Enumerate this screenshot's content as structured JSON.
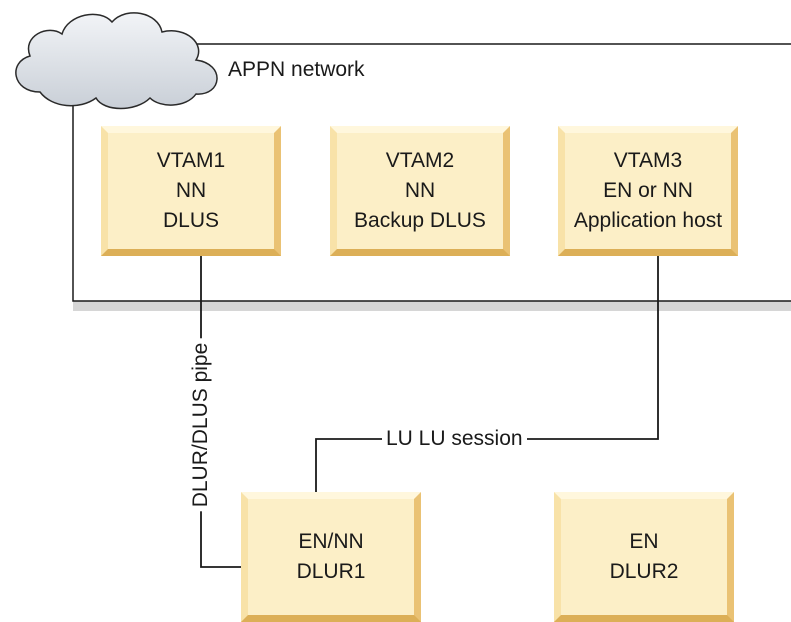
{
  "network_label": "APPN network",
  "boxes": {
    "vtam1": {
      "line1": "VTAM1",
      "line2": "NN",
      "line3": "DLUS"
    },
    "vtam2": {
      "line1": "VTAM2",
      "line2": "NN",
      "line3": "Backup DLUS"
    },
    "vtam3": {
      "line1": "VTAM3",
      "line2": "EN or NN",
      "line3": "Application host"
    },
    "dlur1": {
      "line1": "EN/NN",
      "line2": "DLUR1"
    },
    "dlur2": {
      "line1": "EN",
      "line2": "DLUR2"
    }
  },
  "connections": {
    "pipe_label": "DLUR/DLUS pipe",
    "session_label": "LU LU session"
  },
  "colors": {
    "box_fill": "#fcefc7",
    "box_bevel_dark": "#dcaf57",
    "line": "#1a1a1a",
    "cloud": "#d8dde3"
  }
}
